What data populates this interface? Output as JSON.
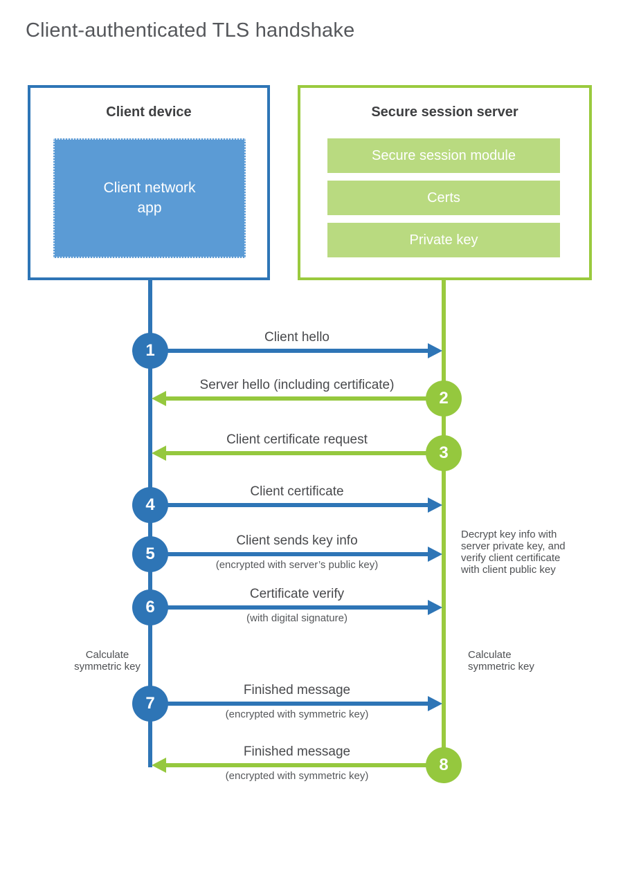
{
  "title": "Client-authenticated TLS handshake",
  "colors": {
    "blue_stroke": "#2e75b6",
    "blue_fill": "#5b9bd5",
    "green_stroke": "#95c83e",
    "green_fill": "#b9da80"
  },
  "client": {
    "heading": "Client device",
    "app_label": "Client network\napp"
  },
  "server": {
    "heading": "Secure session server",
    "modules": [
      "Secure session module",
      "Certs",
      "Private key"
    ]
  },
  "messages": [
    {
      "num": "1",
      "label": "Client hello",
      "direction": "right",
      "from": "client"
    },
    {
      "num": "2",
      "label": "Server hello (including certificate)",
      "direction": "left",
      "from": "server"
    },
    {
      "num": "3",
      "label": "Client certificate request",
      "direction": "left",
      "from": "server"
    },
    {
      "num": "4",
      "label": "Client certificate",
      "direction": "right",
      "from": "client"
    },
    {
      "num": "5",
      "label": "Client sends key info",
      "sublabel": "(encrypted with server’s public key)",
      "direction": "right",
      "from": "client"
    },
    {
      "num": "6",
      "label": "Certificate verify",
      "sublabel": "(with digital signature)",
      "direction": "right",
      "from": "client"
    },
    {
      "num": "7",
      "label": "Finished message",
      "sublabel": "(encrypted with symmetric key)",
      "direction": "right",
      "from": "client"
    },
    {
      "num": "8",
      "label": "Finished message",
      "sublabel": "(encrypted with symmetric key)",
      "direction": "left",
      "from": "server"
    }
  ],
  "notes": {
    "decrypt": "Decrypt key info with\nserver private key, and\nverify client certificate\nwith client public key",
    "calculate_client": "Calculate\nsymmetric key",
    "calculate_server": "Calculate\nsymmetric key"
  }
}
